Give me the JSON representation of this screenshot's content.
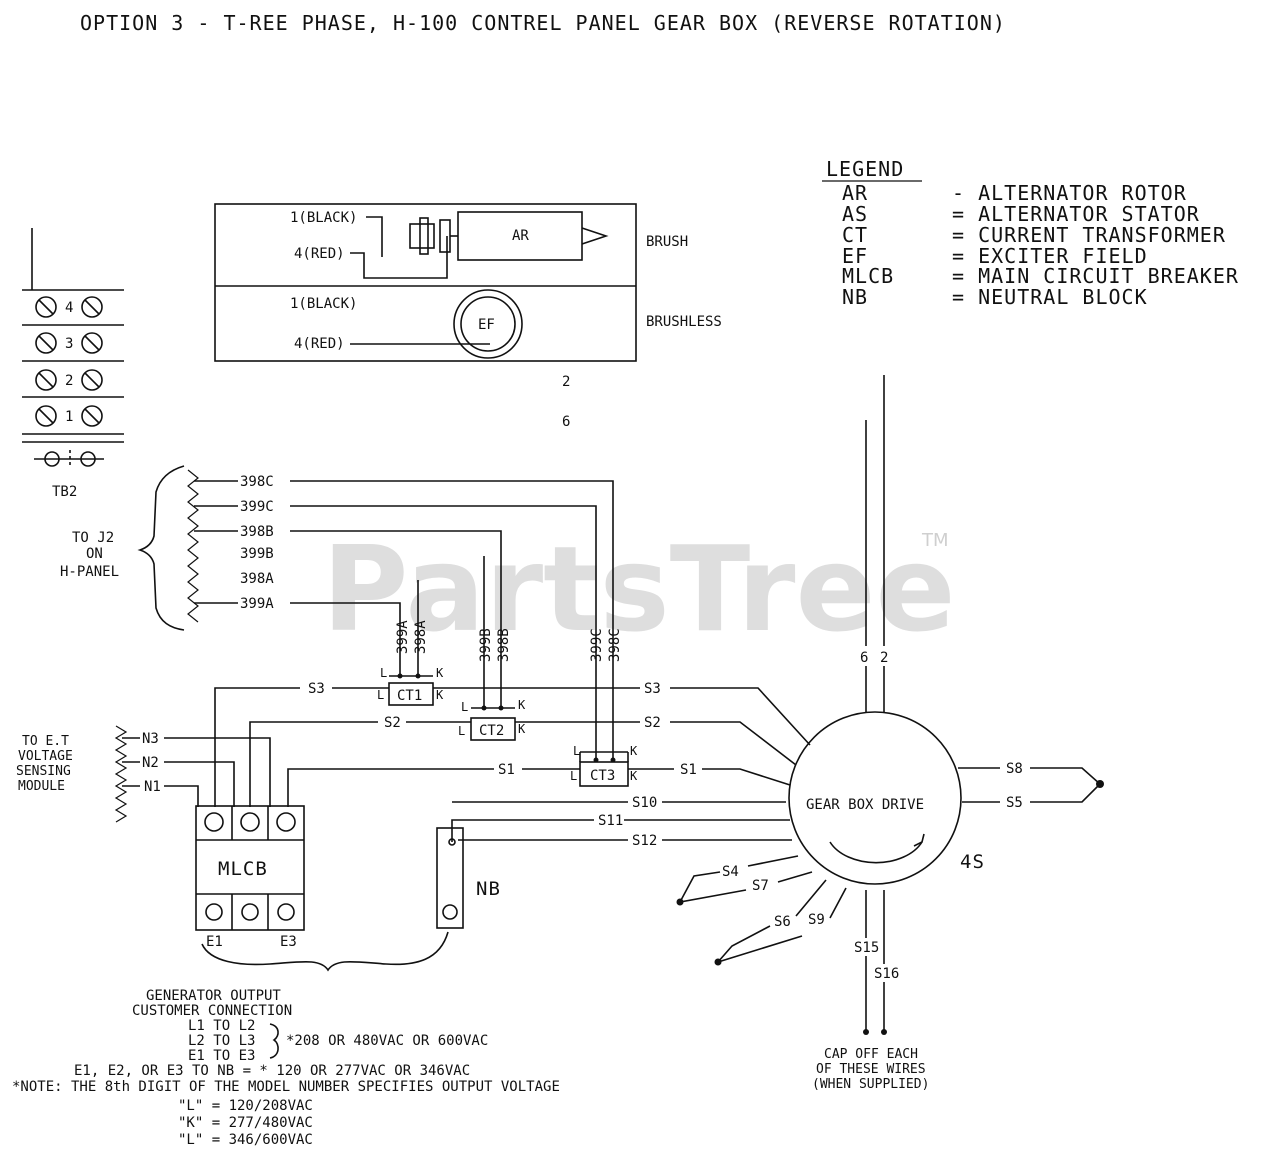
{
  "title": "OPTION 3 - T-REE PHASE, H-100 CONTREL PANEL GEAR BOX (REVERSE ROTATION)",
  "watermark": {
    "brand": "PartsTree",
    "tm": "TM"
  },
  "legend": {
    "heading": "LEGEND",
    "items": [
      {
        "code": "AR",
        "desc": "- ALTERNATOR ROTOR"
      },
      {
        "code": "AS",
        "desc": "= ALTERNATOR STATOR"
      },
      {
        "code": "CT",
        "desc": "= CURRENT TRANSFORMER"
      },
      {
        "code": "EF",
        "desc": "= EXCITER FIELD"
      },
      {
        "code": "MLCB",
        "desc": "= MAIN CIRCUIT BREAKER"
      },
      {
        "code": "NB",
        "desc": "= NEUTRAL BLOCK"
      }
    ]
  },
  "brush_panel": {
    "brush": {
      "black": "1(BLACK)",
      "red": "4(RED)",
      "rotor": "AR",
      "label": "BRUSH"
    },
    "brushless": {
      "black": "1(BLACK)",
      "red": "4(RED)",
      "field": "EF",
      "label": "BRUSHLESS"
    },
    "wire_2": "2",
    "wire_6": "6"
  },
  "tb2": {
    "terminals": [
      "4",
      "3",
      "2",
      "1"
    ],
    "label": "TB2"
  },
  "j2": {
    "wires": [
      "398C",
      "399C",
      "398B",
      "399B",
      "398A",
      "399A"
    ],
    "note": [
      "TO J2",
      "ON",
      "H-PANEL"
    ]
  },
  "ct": {
    "ct1": {
      "label": "CT1",
      "wires": [
        "399A",
        "398A"
      ]
    },
    "ct2": {
      "label": "CT2",
      "wires": [
        "399B",
        "398B"
      ]
    },
    "ct3": {
      "label": "CT3",
      "wires": [
        "399C",
        "398C"
      ]
    },
    "pin_l": "L",
    "pin_k": "K"
  },
  "stator_wires": {
    "s3": "S3",
    "s2": "S2",
    "s1": "S1",
    "s10": "S10",
    "s11": "S11",
    "s12": "S12",
    "s8": "S8",
    "s5": "S5",
    "s4": "S4",
    "s7": "S7",
    "s6": "S6",
    "s9": "S9",
    "s15": "S15",
    "s16": "S16",
    "top6": "6",
    "top2": "2"
  },
  "sensing": {
    "wires": [
      "N3",
      "N2",
      "N1"
    ],
    "note": [
      "TO E.T",
      "VOLTAGE",
      "SENSING",
      "MODULE"
    ]
  },
  "mlcb": {
    "label": "MLCB",
    "e1": "E1",
    "e3": "E3"
  },
  "nb": {
    "label": "NB"
  },
  "gearbox": {
    "label": "GEAR BOX DRIVE",
    "stator": "4S"
  },
  "cap_note": [
    "CAP OFF EACH",
    "OF THESE WIRES",
    "(WHEN SUPPLIED)"
  ],
  "output_note": {
    "line1": "GENERATOR OUTPUT",
    "line2": "CUSTOMER CONNECTION",
    "pair1": "L1 TO L2",
    "pair2": "L2 TO L3",
    "pair3": "E1 TO E3",
    "voltage_hi": "*208 OR 480VAC OR 600VAC",
    "line_n": "E1, E2, OR E3 TO NB = * 120 OR 277VAC OR 346VAC",
    "line_8th": "*NOTE: THE 8th DIGIT OF THE MODEL NUMBER SPECIFIES OUTPUT VOLTAGE",
    "opt1": "\"L\" = 120/208VAC",
    "opt2": "\"K\" = 277/480VAC",
    "opt3": "\"L\" = 346/600VAC"
  }
}
